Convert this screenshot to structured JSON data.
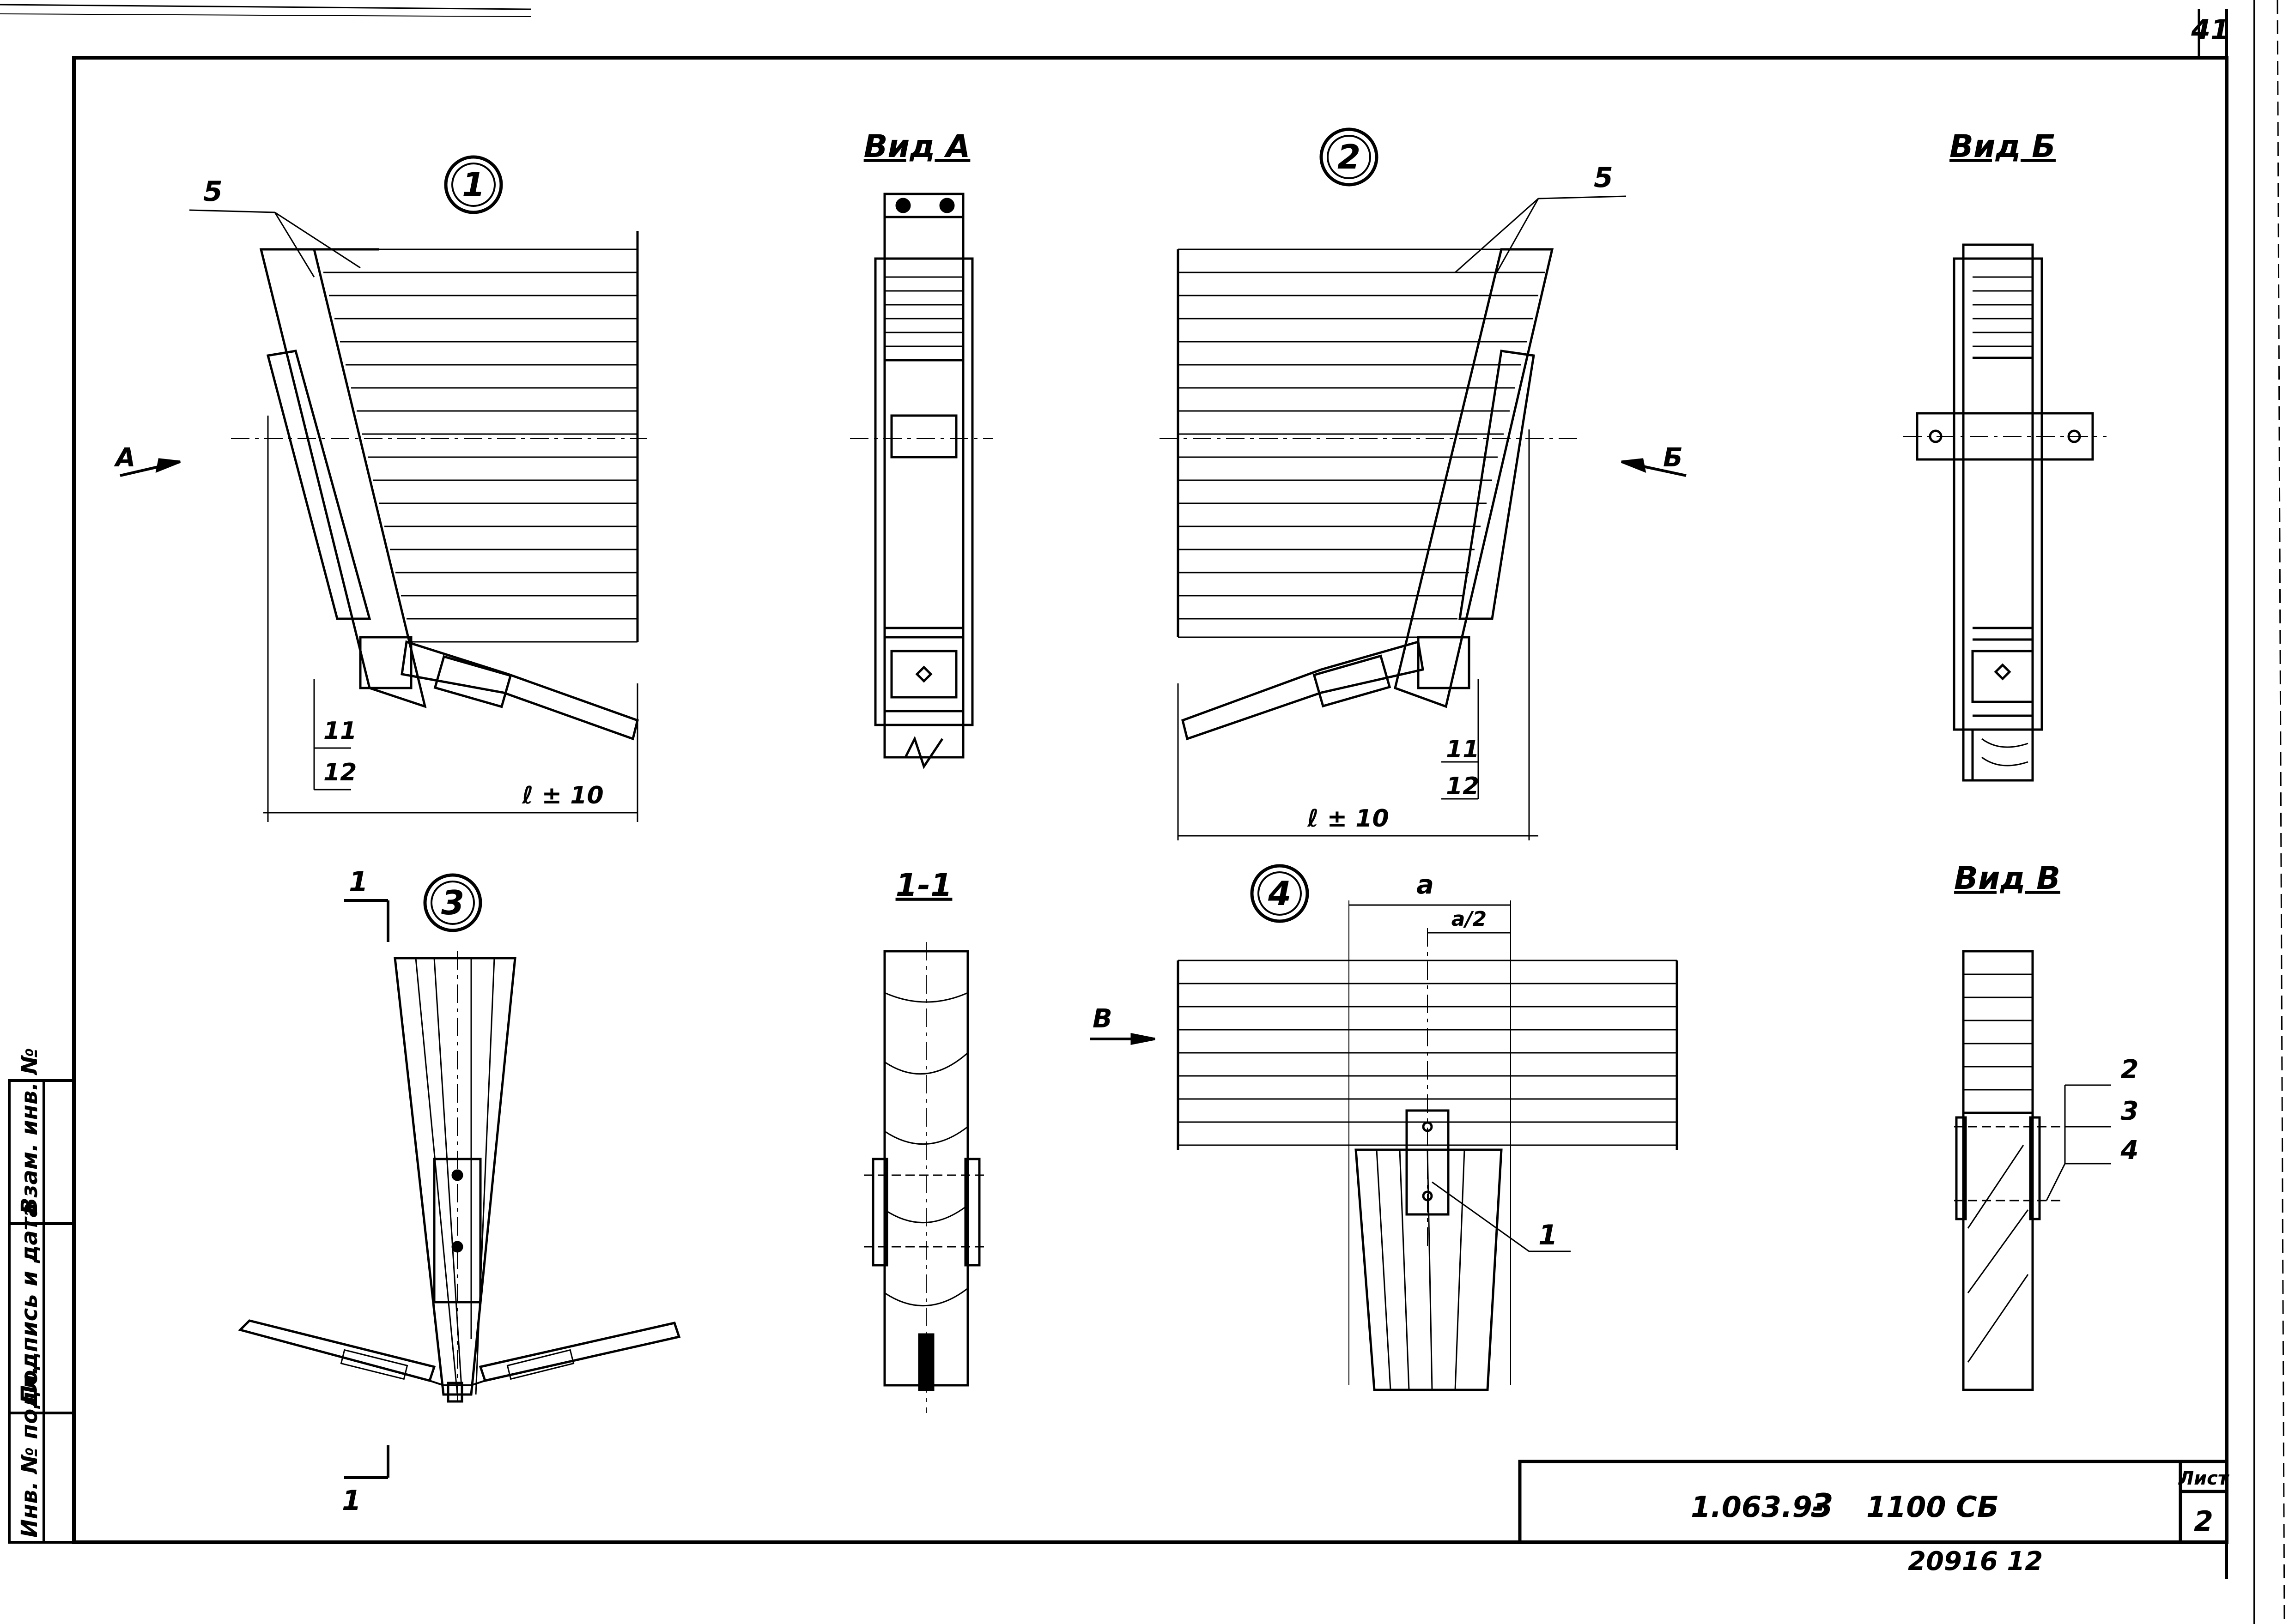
{
  "sheet_number_corner": "41",
  "title_block": {
    "code": "1.063.9-",
    "code_part2": "3",
    "code_part3": "1100 СБ",
    "sheet_label": "Лист",
    "sheet_no": "2",
    "bottom_note": "20916   12"
  },
  "side_stamp": {
    "inv_podl": "Инв. № подл.",
    "podpis": "Подпись и дата",
    "vzam": "Взам. инв. №"
  },
  "nodes": {
    "n1": "1",
    "n2": "2",
    "n3": "3",
    "n4": "4"
  },
  "views": {
    "vid_a": "Вид А",
    "vid_b": "Вид Б",
    "vid_v": "Вид В",
    "sec_11": "1-1"
  },
  "labels": {
    "pos5_left": "5",
    "pos5_right": "5",
    "pos11_left": "11",
    "pos12_left": "12",
    "pos11_right": "11",
    "pos12_right": "12",
    "dim_l_left": "ℓ ± 10",
    "dim_l_right": "ℓ ± 10",
    "arrow_a": "А",
    "arrow_b": "Б",
    "arrow_v": "В",
    "cut1_top": "1",
    "cut1_bottom": "1",
    "dim_a": "а",
    "dim_a2": "а/2",
    "pos1": "1",
    "pos2": "2",
    "pos3": "3",
    "pos4": "4"
  }
}
